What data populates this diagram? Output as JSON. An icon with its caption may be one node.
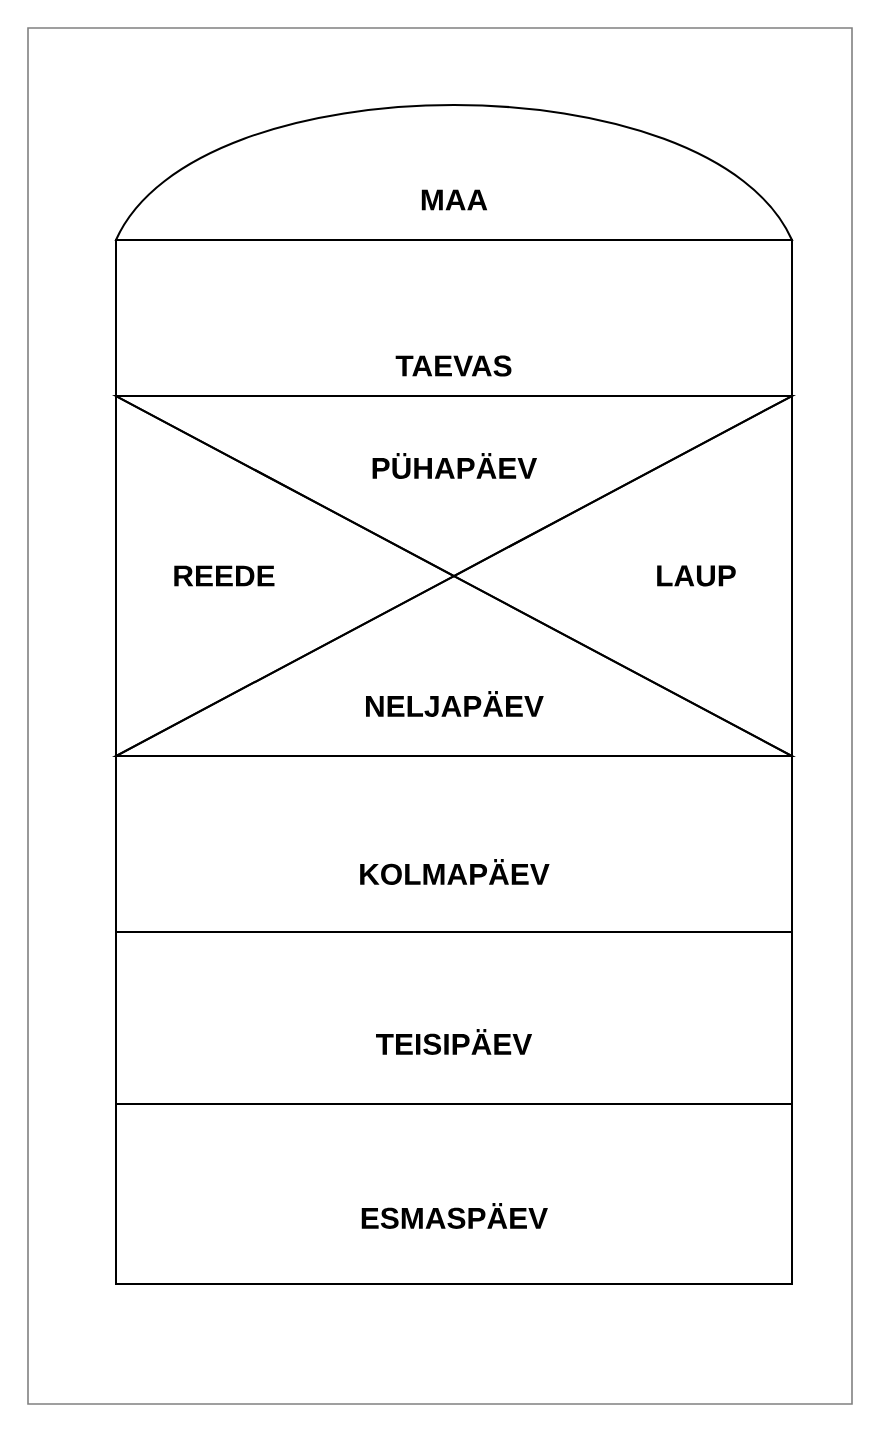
{
  "diagram": {
    "nodes": [
      {
        "text": [
          "MAA"
        ]
      },
      {
        "text": [
          "TAEVAS"
        ]
      },
      {
        "text": [
          "PÜHAPÄEV"
        ]
      },
      {
        "text": [
          "REEDE"
        ]
      },
      {
        "text": [
          "LAUP"
        ]
      },
      {
        "text": [
          "NELJAPÄEV"
        ]
      },
      {
        "text": [
          "KOLMAPÄEV"
        ]
      },
      {
        "text": [
          "TEISIPÄEV"
        ]
      },
      {
        "text": [
          "ESMASPÄEV"
        ]
      }
    ]
  }
}
